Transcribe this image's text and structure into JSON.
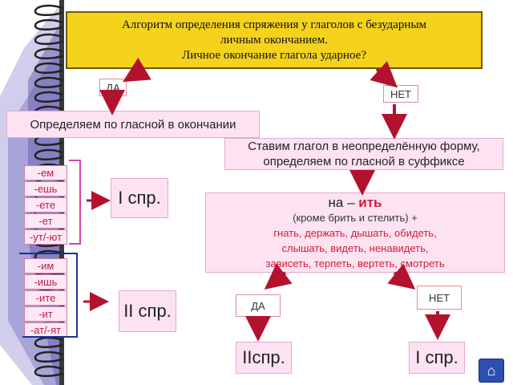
{
  "title": {
    "line1": "Алгоритм определения спряжения у глаголов с безударным",
    "line2": "личным окончанием.",
    "line3": "Личное окончание глагола ударное?"
  },
  "yes_top": "ДА",
  "no_top": "НЕТ",
  "left_step": "Определяем по гласной в окончании",
  "right_step": {
    "line1": "Ставим глагол в неопределённую форму,",
    "line2": "определяем по гласной в суффиксе"
  },
  "rule": {
    "prefix": "на –",
    "suffix": "ить",
    "exceptions_intro": "(кроме брить и стелить) +",
    "list_line1": "гнать, держать, дышать, обидеть,",
    "list_line2": "слышать, видеть, ненавидеть,",
    "list_line3": "зависеть, терпеть, вертеть, смотреть"
  },
  "first_endings": [
    "-ем",
    "-ешь",
    "-ете",
    "-ет",
    "-ут/-ют"
  ],
  "second_endings": [
    "-им",
    "-ишь",
    "-ите",
    "-ит",
    "-ат/-ят"
  ],
  "first_conj_label": "I спр.",
  "second_conj_label": "II спр.",
  "yes_bottom": "ДА",
  "no_bottom": "НЕТ",
  "result_yes": "IIспр.",
  "result_no": "I спр.",
  "colors": {
    "title_bg": "#f5d21c",
    "box_bg": "#fde3f2",
    "arrow": "#b3122e",
    "accent": "#d11c3a"
  },
  "icons": {
    "nav": "home-icon"
  }
}
